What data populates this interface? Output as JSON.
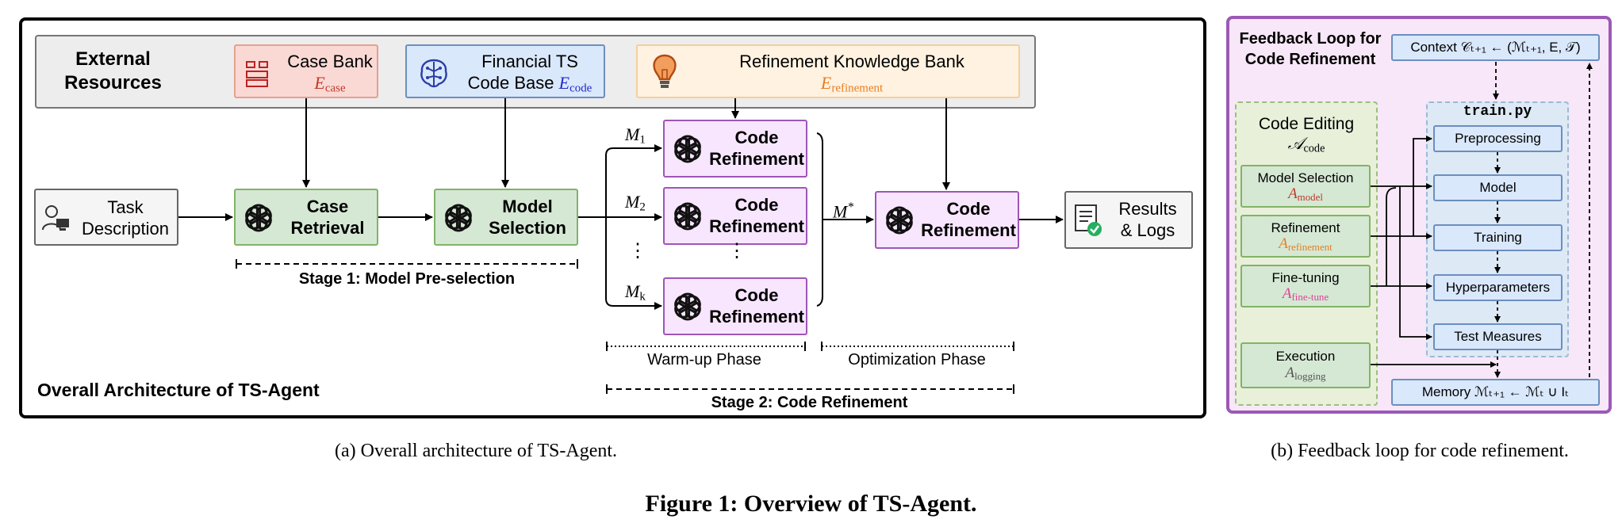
{
  "left": {
    "external_title": "External Resources",
    "case_bank": {
      "label": "Case Bank",
      "symbol": "E",
      "sub": "case",
      "color": "#c0392b"
    },
    "financial_ts": {
      "label_line1": "Financial TS",
      "label_line2": "Code Base",
      "symbol": "E",
      "sub": "code",
      "color": "#2029c8"
    },
    "refinement_bank": {
      "label": "Refinement Knowledge Bank",
      "symbol": "E",
      "sub": "refinement",
      "color": "#e67e22"
    },
    "task": {
      "line1": "Task",
      "line2": "Description"
    },
    "case_retrieval": {
      "line1": "Case",
      "line2": "Retrieval"
    },
    "model_selection": {
      "line1": "Model",
      "line2": "Selection"
    },
    "code_refinement": {
      "line1": "Code",
      "line2": "Refinement"
    },
    "results": {
      "line1": "Results",
      "line2": "& Logs"
    },
    "m1": "M",
    "m1_sub": "1",
    "m2": "M",
    "m2_sub": "2",
    "mk": "M",
    "mk_sub": "k",
    "mstar": "M",
    "mstar_sup": "*",
    "stage1": "Stage 1: Model Pre-selection",
    "warmup": "Warm-up Phase",
    "optimization": "Optimization Phase",
    "stage2": "Stage 2: Code Refinement",
    "overall_title": "Overall Architecture of TS-Agent"
  },
  "right": {
    "title_line1": "Feedback Loop for",
    "title_line2": "Code Refinement",
    "context": "Context 𝒞ₜ₊₁ ← (ℳₜ₊₁, E, 𝒯)",
    "code_editing_line1": "Code Editing",
    "code_editing_symbol": "𝒜",
    "code_editing_sub": "code",
    "train_file": "train.py",
    "actions": [
      {
        "label": "Model Selection",
        "symbol": "A",
        "sub": "model",
        "color": "#c0392b"
      },
      {
        "label": "Refinement",
        "symbol": "A",
        "sub": "refinement",
        "color": "#e67e22"
      },
      {
        "label": "Fine-tuning",
        "symbol": "A",
        "sub": "fine-tune",
        "color": "#e0409a"
      },
      {
        "label": "Execution",
        "symbol": "A",
        "sub": "logging",
        "color": "#555555"
      }
    ],
    "train_items": [
      "Preprocessing",
      "Model",
      "Training",
      "Hyperparameters",
      "Test Measures"
    ],
    "memory": "Memory ℳₜ₊₁ ← ℳₜ ∪ Iₜ"
  },
  "captions": {
    "a": "(a)  Overall architecture of TS-Agent.",
    "b": "(b)  Feedback loop for code refinement.",
    "figure": "Figure 1: Overview of TS-Agent."
  }
}
